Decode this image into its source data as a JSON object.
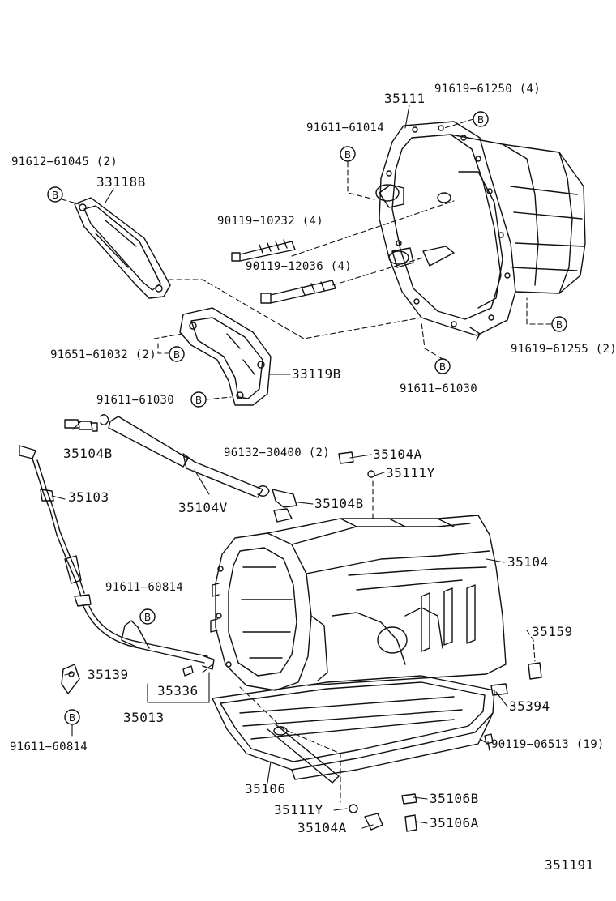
{
  "diagram_id": "351191",
  "legend_marker": "B",
  "colors": {
    "ink": "#111111",
    "paper": "#ffffff"
  },
  "labels": {
    "p35111": "35111",
    "p91619_61250": "91619−61250 (4)",
    "p91611_61014": "91611−61014",
    "p91612_61045": "91612−61045 (2)",
    "p33118B": "33118B",
    "p90119_10232": "90119−10232 (4)",
    "p90119_12036": "90119−12036 (4)",
    "p91651_61032": "91651−61032 (2)",
    "p33119B": "33119B",
    "p91611_61030a": "91611−61030",
    "p91619_61255": "91619−61255 (2)",
    "p91611_61030b": "91611−61030",
    "p35104B_a": "35104B",
    "p96132_30400": "96132−30400 (2)",
    "p35104A_a": "35104A",
    "p35111Y_a": "35111Y",
    "p35103": "35103",
    "p35104V": "35104V",
    "p35104B_b": "35104B",
    "p35104": "35104",
    "p91611_60814a": "91611−60814",
    "p35159": "35159",
    "p35139": "35139",
    "p35336": "35336",
    "p35013": "35013",
    "p35394": "35394",
    "p91611_60814b": "91611−60814",
    "p90119_06513": "90119−06513 (19)",
    "p35106": "35106",
    "p35106B": "35106B",
    "p35111Y_b": "35111Y",
    "p35106A": "35106A",
    "p35104A_b": "35104A"
  }
}
